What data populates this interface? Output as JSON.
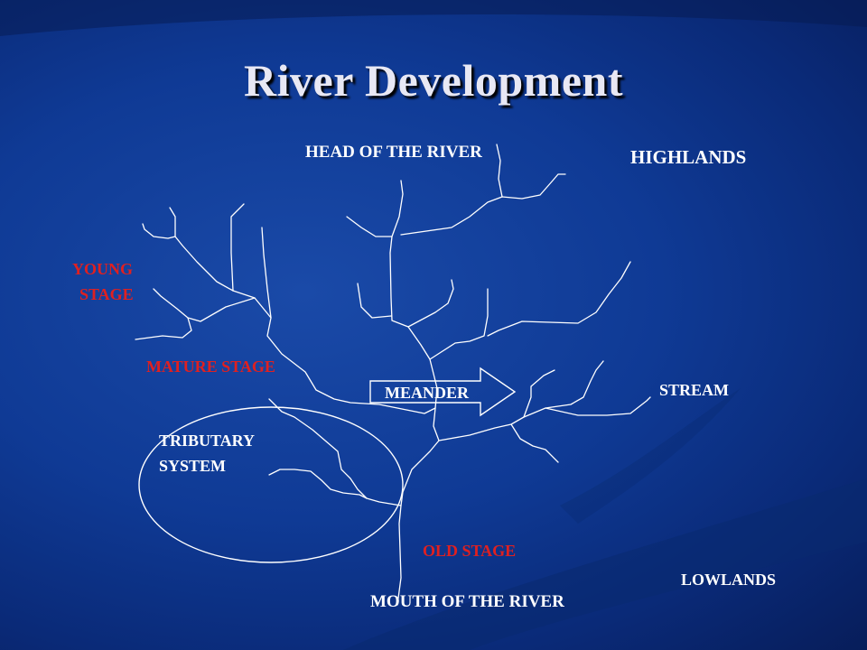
{
  "slide": {
    "title": "River Development"
  },
  "labels": {
    "head": "HEAD OF THE RIVER",
    "highlands": "HIGHLANDS",
    "young_line1": "YOUNG",
    "young_line2": "STAGE",
    "mature": "MATURE STAGE",
    "meander": "MEANDER",
    "stream": "STREAM",
    "tributary_line1": "TRIBUTARY",
    "tributary_line2": "SYSTEM",
    "old": "OLD STAGE",
    "lowlands": "LOWLANDS",
    "mouth": "MOUTH OF THE RIVER"
  },
  "colors": {
    "background": "#0f3a95",
    "title": "#e8e8f4",
    "label_white": "#ffffff",
    "label_red": "#e02020",
    "river_lines": "#ffffff"
  }
}
